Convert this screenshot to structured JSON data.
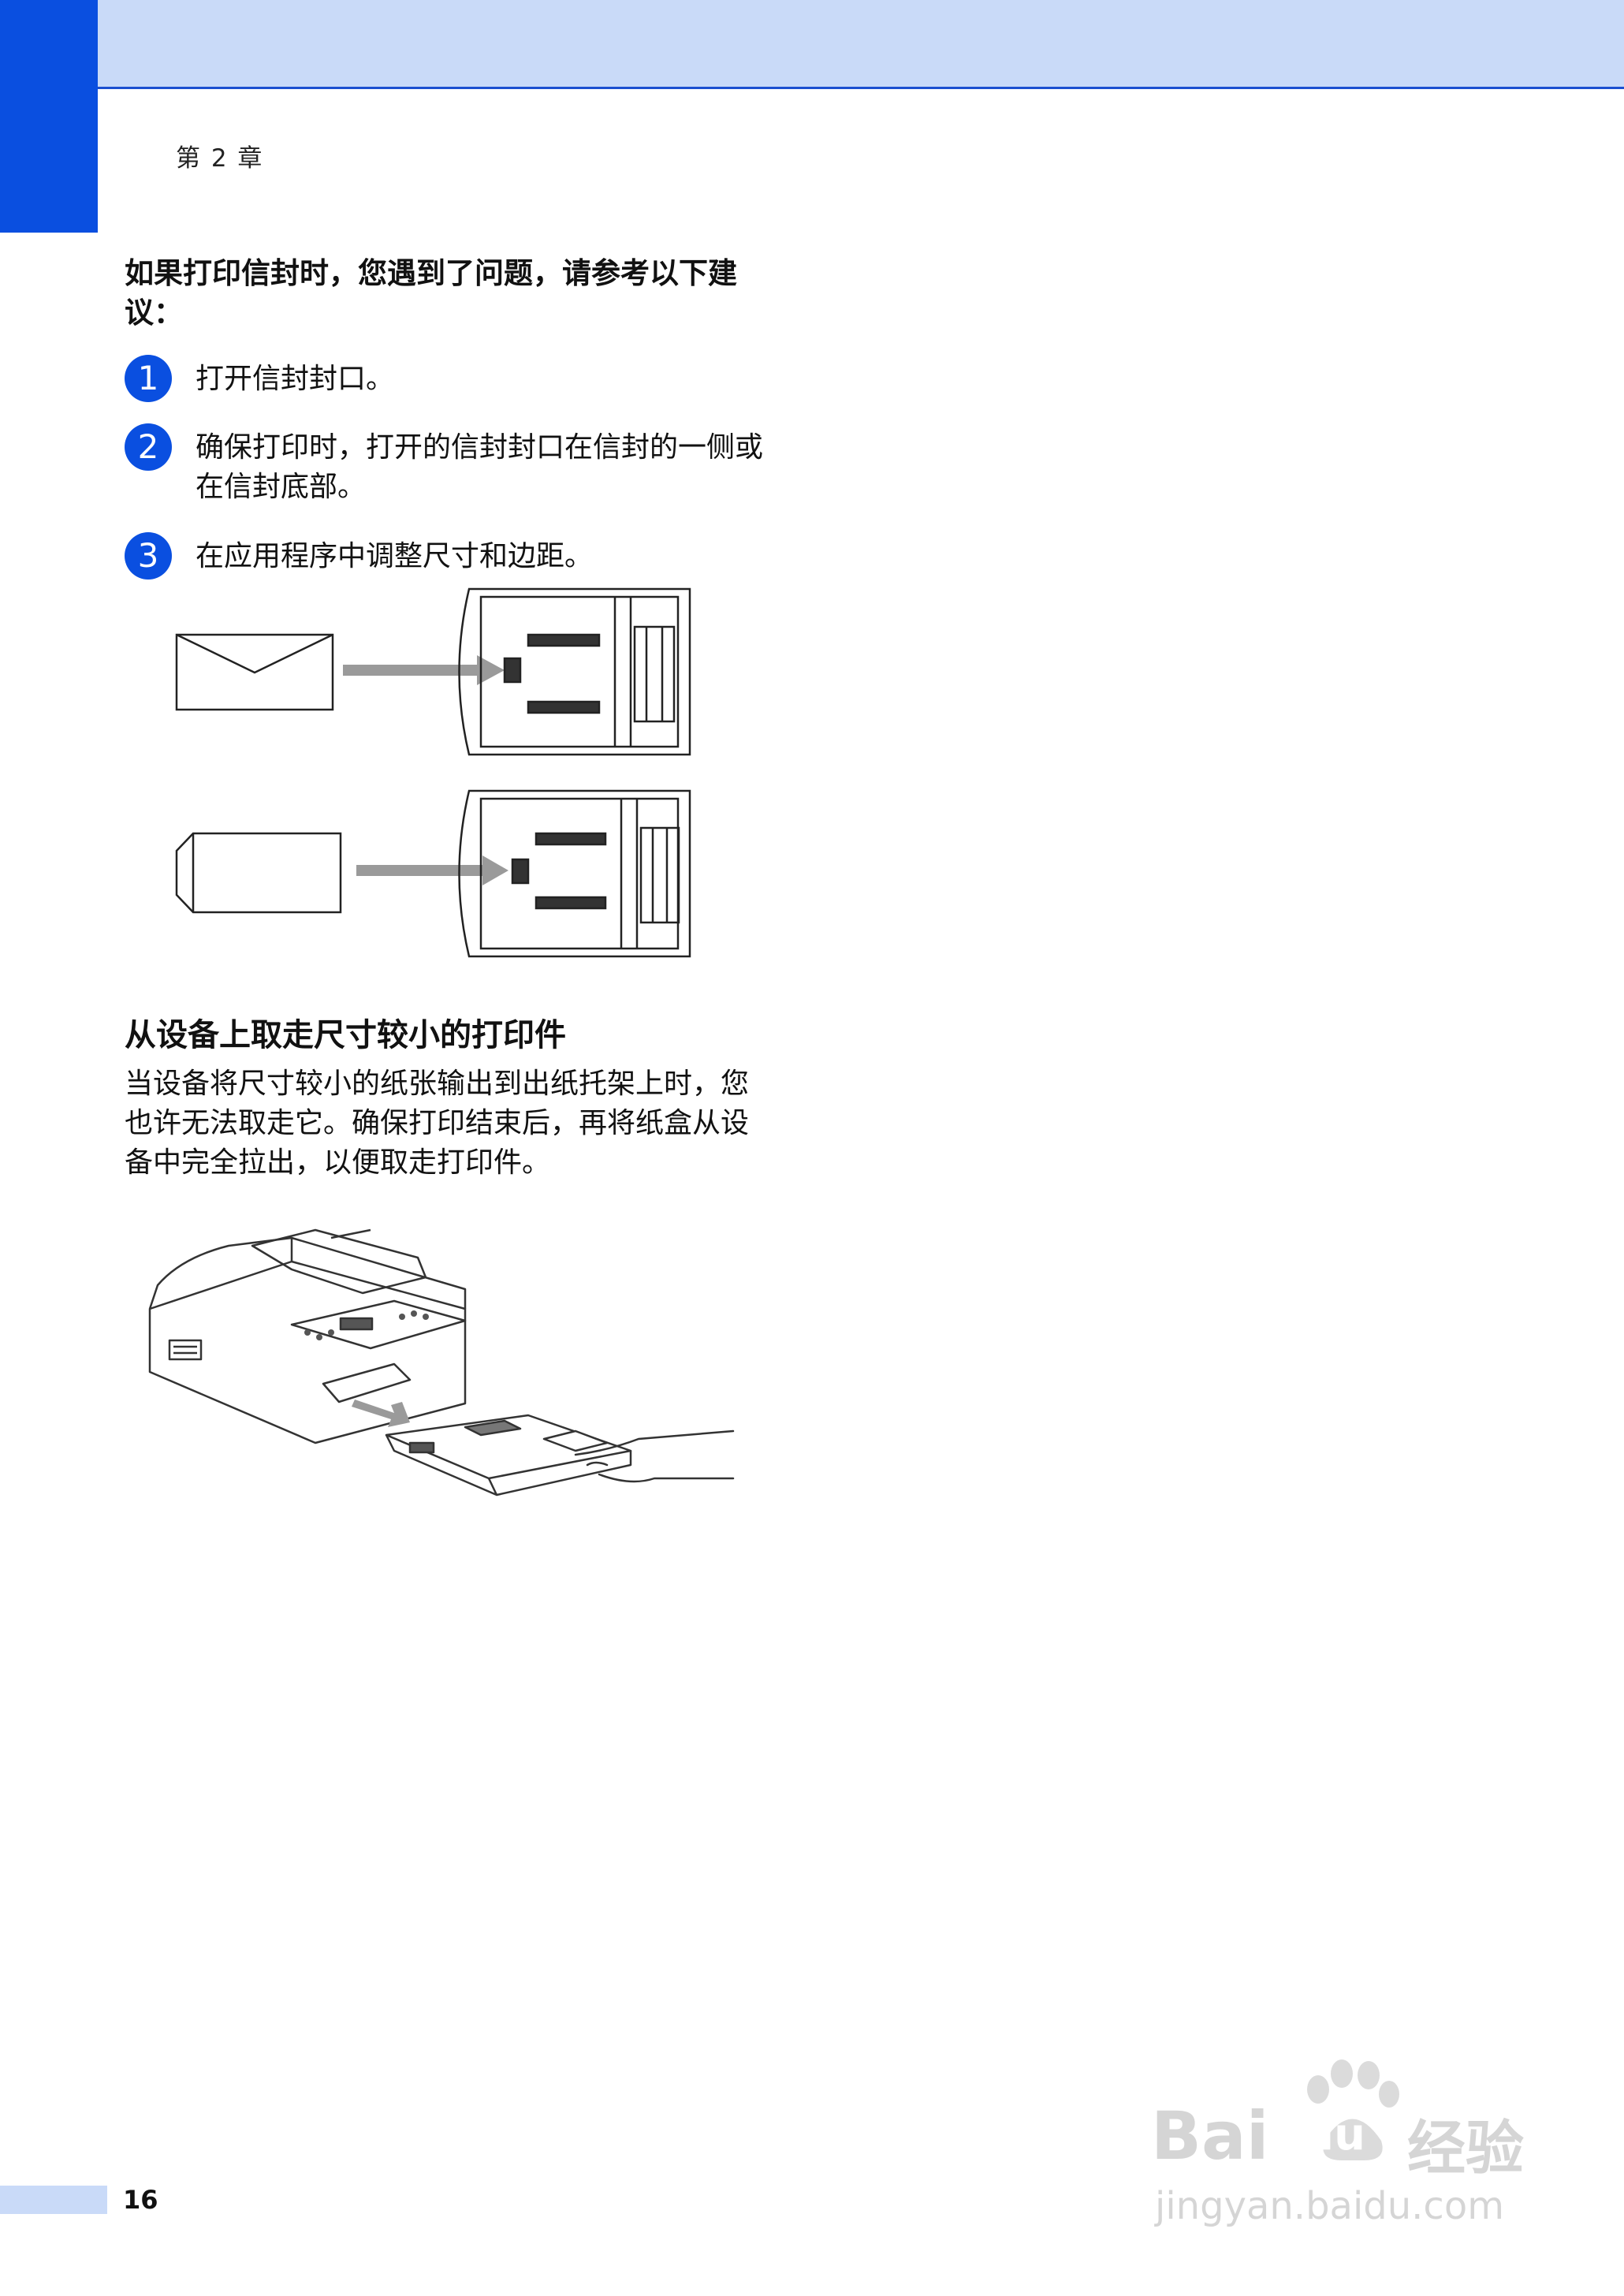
{
  "header": {
    "chapter": "第 2 章"
  },
  "lead_text": "如果打印信封时，您遇到了问题，请参考以下建议：",
  "steps": [
    {
      "number": "1",
      "text": "打开信封封口。"
    },
    {
      "number": "2",
      "text": "确保打印时，打开的信封封口在信封的一侧或在信封底部。"
    },
    {
      "number": "3",
      "text": "在应用程序中调整尺寸和边距。"
    }
  ],
  "section": {
    "title": "从设备上取走尺寸较小的打印件",
    "body": "当设备将尺寸较小的纸张输出到出纸托架上时，您也许无法取走它。确保打印结束后，再将纸盒从设备中完全拉出，以便取走打印件。"
  },
  "footer": {
    "page_number": "16"
  },
  "watermark": {
    "brand": "Bai",
    "brand2": "du",
    "cn": "经验",
    "url": "jingyan.baidu.com"
  },
  "colors": {
    "accent_blue": "#0a4fe0",
    "light_blue": "#c9daf8"
  }
}
